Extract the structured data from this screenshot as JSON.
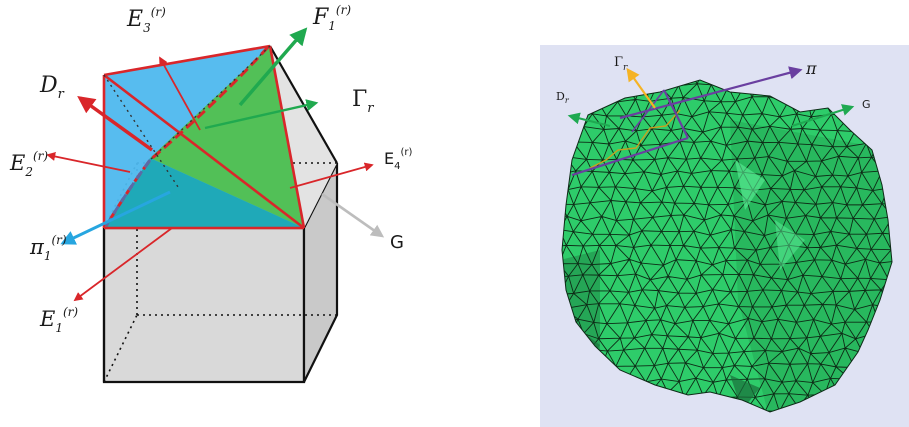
{
  "left_diagram": {
    "labels": {
      "E3": {
        "main": "E",
        "sub": "3",
        "sup": "(r)"
      },
      "F1": {
        "main": "F",
        "sub": "1",
        "sup": "(r)"
      },
      "Dr": {
        "main": "D",
        "sub": "r"
      },
      "Gamma_r": {
        "main": "Γ",
        "sub": "r"
      },
      "E2": {
        "main": "E",
        "sub": "2",
        "sup": "(r)"
      },
      "E4": {
        "main": "E",
        "sub": "4",
        "sup": "(r)"
      },
      "pi1": {
        "main": "π",
        "sub": "1",
        "sup": "(r)"
      },
      "G": "G",
      "E1": {
        "main": "E",
        "sub": "1",
        "sup": "(r)"
      }
    },
    "colors": {
      "red": "#d9262a",
      "green": "#20a94f",
      "blue": "#27a6e0",
      "gray_arrow": "#bdbdbd",
      "face_blue": "#4fb9ef",
      "face_teal": "#1fa9b8",
      "face_green": "#52c057",
      "cube_fill": "#d9d9d9"
    }
  },
  "right_mesh": {
    "labels": {
      "Gamma_r": {
        "main": "Γ",
        "sub": "r"
      },
      "pi": "π",
      "Dr": {
        "main": "D",
        "sub": "r"
      },
      "G": "G"
    },
    "colors": {
      "background": "#dfe2f3",
      "mesh_fill": "#2ecc6a",
      "mesh_edge": "#0d2b16",
      "purple": "#6a3fa0",
      "orange": "#f5b324",
      "green_arrow": "#1fa951"
    }
  }
}
